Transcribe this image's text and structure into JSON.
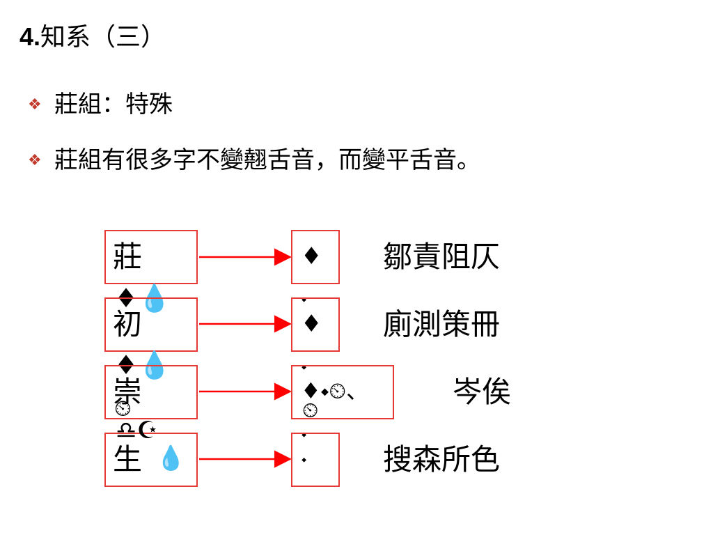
{
  "title": {
    "number": "4.",
    "text": "知系（三）"
  },
  "bullets": [
    {
      "icon": "diamond-bullet-icon",
      "text": "莊組：特殊"
    },
    {
      "icon": "diamond-bullet-icon",
      "text": "莊組有很多字不變翹舌音，而變平舌音。"
    }
  ],
  "rows": [
    {
      "left": "莊",
      "right_glyph": "♦",
      "examples": "鄒責阻仄"
    },
    {
      "left": "初",
      "right_glyph": "♦",
      "examples": "廁測策冊"
    },
    {
      "left": "崇",
      "right_glyph": "♦⬩⏲、",
      "examples": "岑俟"
    },
    {
      "left": "生",
      "right_glyph": "⬩",
      "examples": "搜森所色"
    }
  ],
  "garbled": {
    "row1_below": "♦💧",
    "row2_below": "♦💧",
    "row3_clock": "⏲",
    "row4_prefix": "♎☪",
    "row4_suffix": "💧",
    "right_small_1": "⬩",
    "right_small_2": "⬩",
    "right_clock": "⏲",
    "right_small_3": "⬩"
  },
  "colors": {
    "box_border": "#e53935",
    "arrow": "#ff0000",
    "bullet_mark": "#c0392b"
  }
}
